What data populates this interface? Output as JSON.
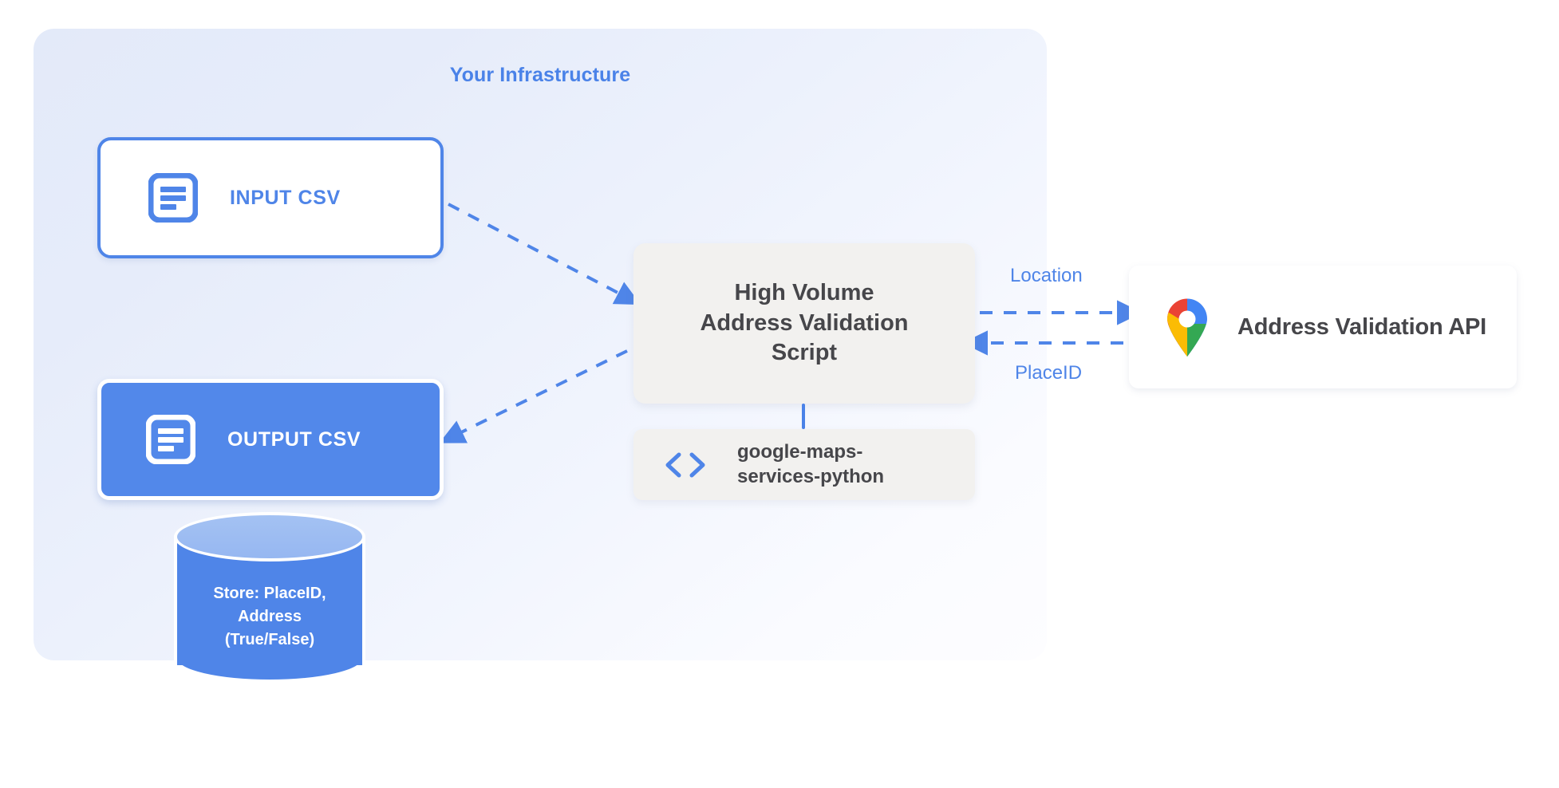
{
  "panel": {
    "title": "Your Infrastructure"
  },
  "nodes": {
    "input_csv": {
      "label": "INPUT CSV",
      "icon": "document-icon"
    },
    "output_csv": {
      "label": "OUTPUT CSV",
      "icon": "document-icon"
    },
    "script": {
      "label": "High Volume\nAddress Validation\nScript"
    },
    "library": {
      "label": "google-maps-\nservices-python",
      "icon": "code-icon"
    },
    "api": {
      "label": "Address Validation API",
      "icon": "google-maps-pin-icon"
    },
    "datastore": {
      "label": "Store: PlaceID,\nAddress\n(True/False)",
      "shape": "cylinder"
    }
  },
  "edges": [
    {
      "name": "input-to-script",
      "label": "",
      "style": "dashed",
      "direction": "right-down"
    },
    {
      "name": "script-to-output",
      "label": "",
      "style": "dashed",
      "direction": "left-down"
    },
    {
      "name": "script-to-api",
      "label": "Location",
      "style": "dashed",
      "direction": "right"
    },
    {
      "name": "api-to-script",
      "label": "PlaceID",
      "style": "dashed",
      "direction": "left"
    },
    {
      "name": "script-to-library",
      "label": "",
      "style": "solid",
      "direction": "down"
    }
  ],
  "edge_labels": {
    "location": "Location",
    "placeid": "PlaceID"
  },
  "colors": {
    "accent_blue": "#4f85e8",
    "panel_bg_start": "#e3eaf9",
    "panel_bg_end": "#fdfdff",
    "node_gray": "#f2f1ef",
    "text_dark": "#46464a",
    "maps_blue": "#4285F4",
    "maps_red": "#EA4335",
    "maps_yellow": "#FBBC04",
    "maps_green": "#34A853"
  }
}
